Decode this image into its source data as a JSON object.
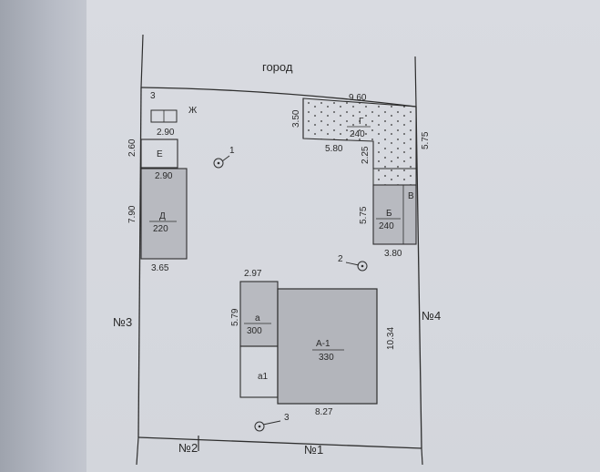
{
  "street_top": "город",
  "border_labels": {
    "left": "№3",
    "right": "№4",
    "bottom_left": "№2",
    "bottom": "№1"
  },
  "top_dimension": "9.60",
  "buildings": {
    "zh": {
      "letter": "Ж",
      "num": "3",
      "width": "2.90"
    },
    "e": {
      "letter": "Е",
      "height": "2.60",
      "width": "2.90"
    },
    "d": {
      "letter": "Д",
      "code": "220",
      "height": "7.90",
      "width": "3.65"
    },
    "g": {
      "letter": "Г",
      "code": "240",
      "h1": "3.50",
      "w1": "5.80",
      "h2": "2.25",
      "h_right": "5.75"
    },
    "b": {
      "letter": "Б",
      "code": "240",
      "height": "5.75",
      "width": "3.80"
    },
    "v": {
      "letter": "В"
    },
    "a": {
      "letter": "а",
      "code": "300",
      "height": "5.79",
      "width": "2.97"
    },
    "a1": {
      "letter": "а1"
    },
    "a_main": {
      "letter": "А-1",
      "code": "330",
      "height": "10.34",
      "width": "8.27"
    }
  },
  "points": [
    {
      "label": "1"
    },
    {
      "label": "2"
    },
    {
      "label": "3"
    }
  ],
  "colors": {
    "line": "#2e2e2e",
    "hatch": "#b5b7bc",
    "paper": "#d6d8de"
  }
}
